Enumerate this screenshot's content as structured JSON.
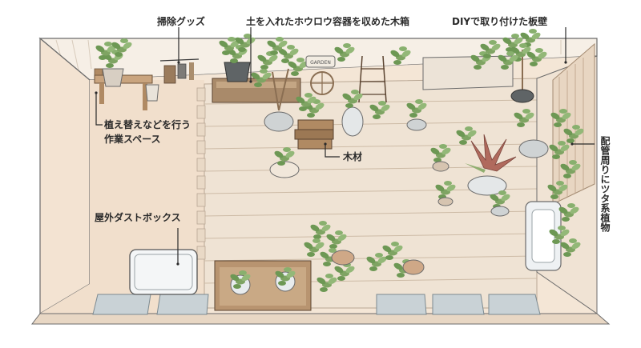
{
  "labels": {
    "cleaning": "掃除グッズ",
    "crate": "土を入れたホウロウ容器を収めた木箱",
    "diy_wall": "DIYで取り付けた板壁",
    "work_space_1": "植え替えなどを行う",
    "work_space_2": "作業スペース",
    "wood": "木材",
    "dust_box": "屋外ダストボックス",
    "ivy": "配管周りにツタ系植物"
  },
  "sign_text": "GARDEN",
  "colors": {
    "floor": "#f3e6d8",
    "deck": "#efe3d3",
    "wall": "#f6efe6",
    "wood": "#b08a63",
    "leaf": "#7fa463",
    "leaf_dark": "#5c8a4a",
    "pot_grey": "#cfd3d4",
    "pot_dark": "#5f6466",
    "line": "#3a3a3a"
  }
}
